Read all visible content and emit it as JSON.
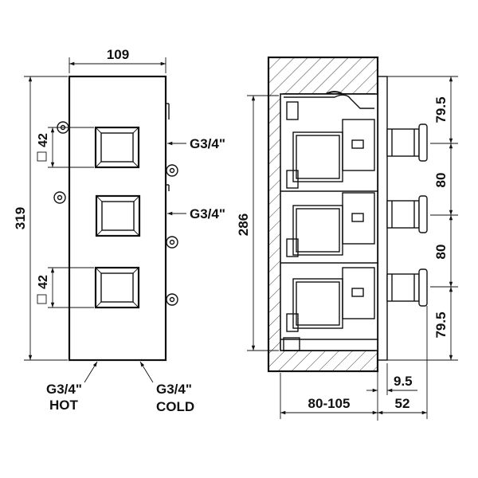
{
  "front_view": {
    "width_label": "109",
    "height_label": "319",
    "square_dim_upper": "42",
    "square_dim_lower": "42",
    "right_port_upper": "G3/4\"",
    "right_port_lower": "G3/4\"",
    "bottom_left_port": "G3/4\"",
    "bottom_left_caption": "HOT",
    "bottom_right_port": "G3/4\"",
    "bottom_right_caption": "COLD"
  },
  "side_view": {
    "height_label": "286",
    "spacing_top": "79.5",
    "spacing_mid1": "80",
    "spacing_mid2": "80",
    "spacing_bottom": "79.5",
    "offset_label": "9.5",
    "depth_label": "80-105",
    "protrusion_label": "52"
  }
}
